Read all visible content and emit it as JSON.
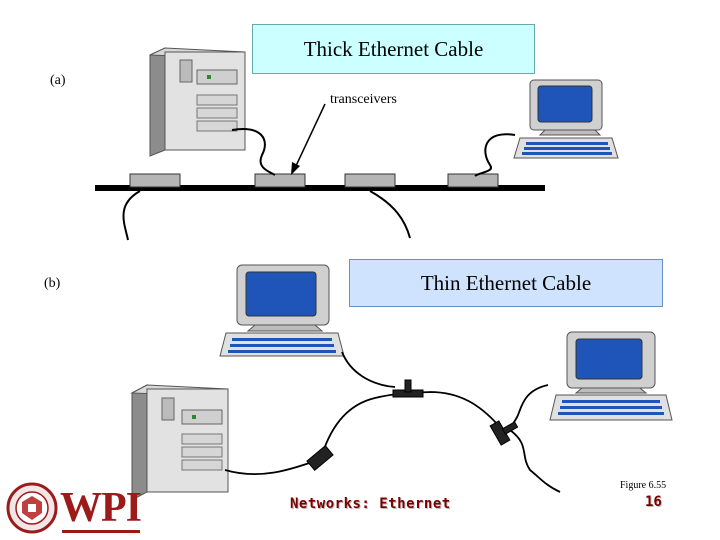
{
  "thick": {
    "title": "Thick Ethernet Cable",
    "part_label": "(a)",
    "transceivers_label": "transceivers"
  },
  "thin": {
    "title": "Thin Ethernet Cable",
    "part_label": "(b)"
  },
  "footer": {
    "figure_label": "Figure 6.55",
    "title": "Networks: Ethernet",
    "page_number": "16",
    "logo_text": "WPI"
  },
  "colors": {
    "thick_box": "#ccffff",
    "thin_box": "#cfe3ff",
    "screen": "#1f54b8",
    "footer_text": "#7a0000",
    "logo": "#9b1b1b"
  }
}
